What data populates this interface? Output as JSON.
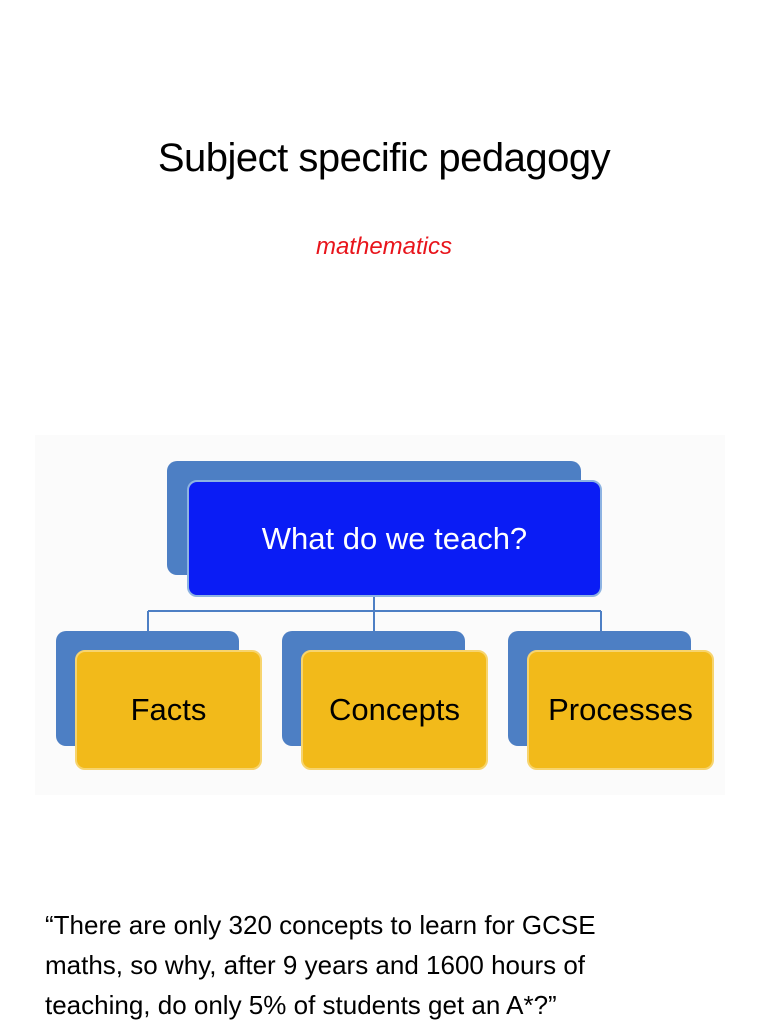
{
  "slide": {
    "title": "Subject specific pedagogy",
    "subtitle": "mathematics",
    "subtitle_color": "#e8141b",
    "quote_lines": [
      "“There are only 320 concepts to learn for GCSE",
      "maths, so why, after 9 years and 1600 hours of",
      "teaching, do only 5% of students get an A*?”"
    ]
  },
  "diagram": {
    "root": {
      "label": "What do we teach?",
      "color": "#0a1cf5"
    },
    "children": [
      {
        "label": "Facts"
      },
      {
        "label": "Concepts"
      },
      {
        "label": "Processes"
      }
    ],
    "child_color": "#f2ba1a",
    "shadow_color": "#4d7fc4"
  }
}
